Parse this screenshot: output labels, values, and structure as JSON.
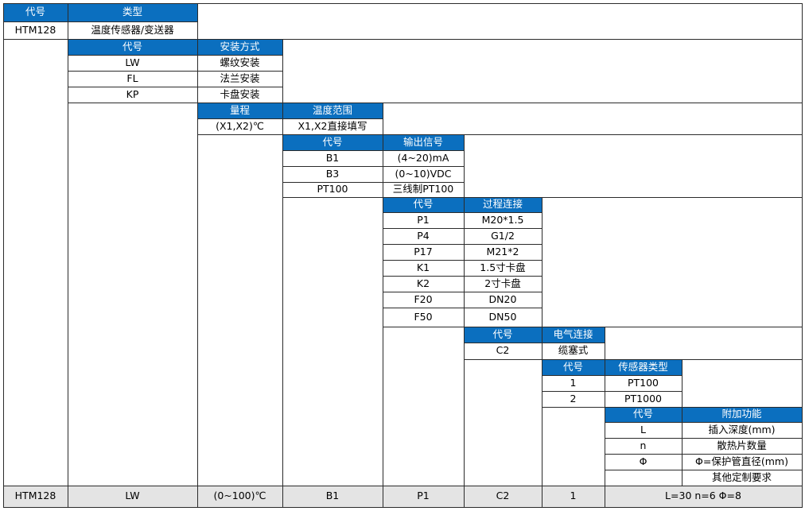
{
  "header": {
    "code": "代号",
    "type": "类型"
  },
  "model": {
    "code": "HTM128",
    "name": "温度传感器/变送器"
  },
  "mount": {
    "code_header": "代号",
    "header": "安装方式",
    "rows": [
      {
        "code": "LW",
        "desc": "螺纹安装"
      },
      {
        "code": "FL",
        "desc": "法兰安装"
      },
      {
        "code": "KP",
        "desc": "卡盘安装"
      }
    ]
  },
  "range": {
    "header": "量程",
    "temp_header": "温度范围",
    "value": "(X1,X2)℃",
    "desc": "X1,X2直接填写"
  },
  "output": {
    "code_header": "代号",
    "header": "输出信号",
    "rows": [
      {
        "code": "B1",
        "desc": "(4~20)mA"
      },
      {
        "code": "B3",
        "desc": "(0~10)VDC"
      },
      {
        "code": "PT100",
        "desc": "三线制PT100"
      }
    ]
  },
  "process": {
    "code_header": "代号",
    "header": "过程连接",
    "rows": [
      {
        "code": "P1",
        "desc": "M20*1.5"
      },
      {
        "code": "P4",
        "desc": "G1/2"
      },
      {
        "code": "P17",
        "desc": "M21*2"
      },
      {
        "code": "K1",
        "desc": "1.5寸卡盘"
      },
      {
        "code": "K2",
        "desc": "2寸卡盘"
      },
      {
        "code": "F20",
        "desc": "DN20"
      },
      {
        "code": "F50",
        "desc": "DN50"
      }
    ]
  },
  "electrical": {
    "code_header": "代号",
    "header": "电气连接",
    "rows": [
      {
        "code": "C2",
        "desc": "缆塞式"
      }
    ]
  },
  "sensor": {
    "code_header": "代号",
    "header": "传感器类型",
    "rows": [
      {
        "code": "1",
        "desc": "PT100"
      },
      {
        "code": "2",
        "desc": "PT1000"
      }
    ]
  },
  "extra": {
    "code_header": "代号",
    "header": "附加功能",
    "rows": [
      {
        "code": "L",
        "desc": "插入深度(mm)"
      },
      {
        "code": "n",
        "desc": "散热片数量"
      },
      {
        "code": "Φ",
        "desc": "Φ=保护管直径(mm)"
      },
      {
        "code": "",
        "desc": "其他定制要求"
      }
    ]
  },
  "example": [
    "HTM128",
    "LW",
    "(0~100)℃",
    "B1",
    "P1",
    "C2",
    "1",
    "L=30 n=6 Φ=8"
  ],
  "colors": {
    "header_bg": "#0b6fbf",
    "header_text": "#ffffff",
    "example_bg": "#e4e4e4",
    "grid": "#2b2b2b"
  }
}
